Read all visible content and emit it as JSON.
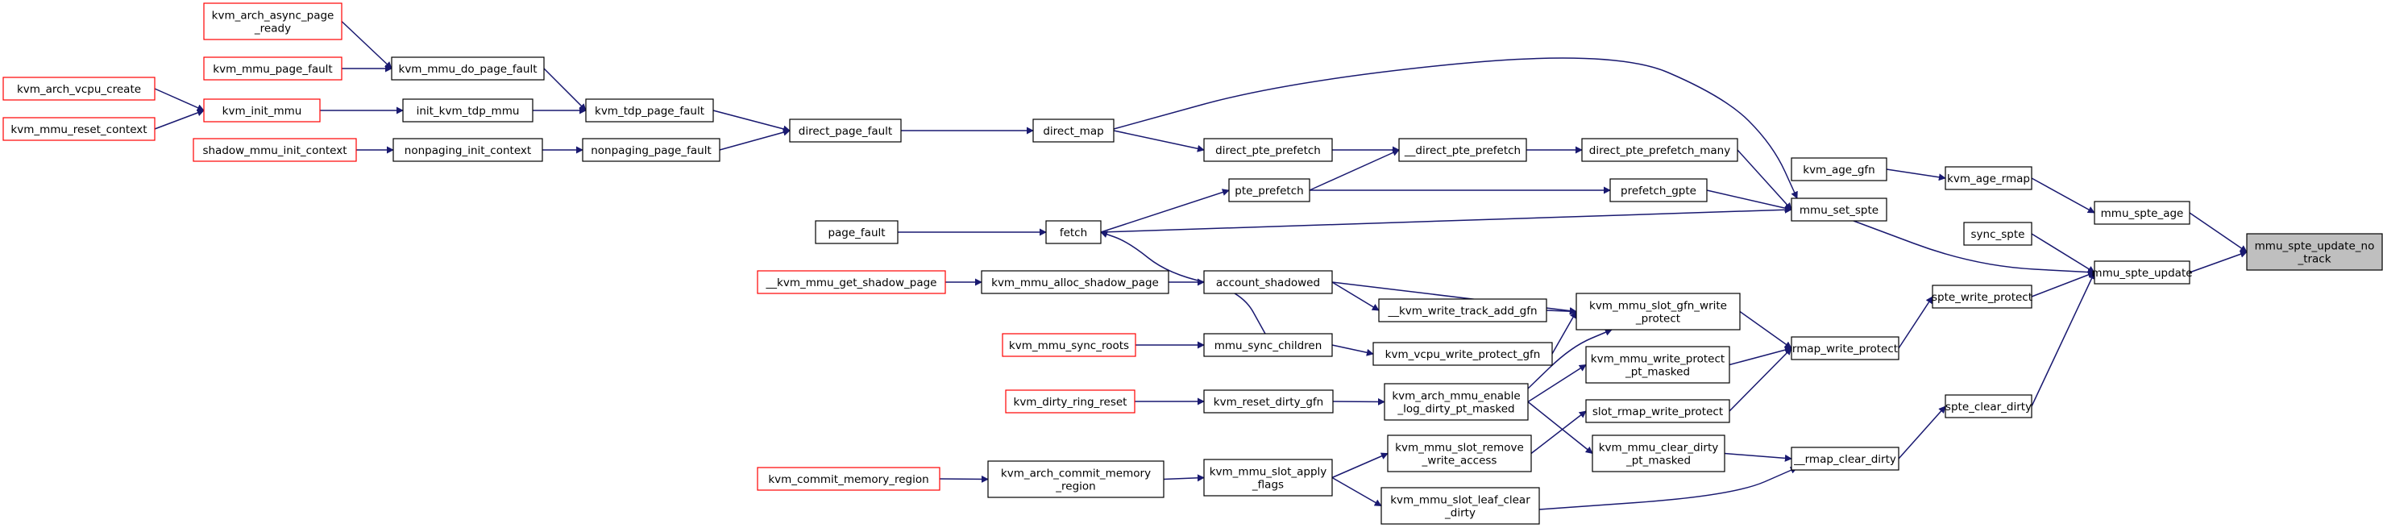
{
  "colors": {
    "edge": "#191970",
    "node_border": "#000000",
    "node_border_truncated": "#ff0000",
    "root_fill": "#bfbfbf",
    "node_fill": "#ffffff"
  },
  "nodes": [
    {
      "id": "root",
      "lines": [
        "mmu_spte_update_no",
        "_track"
      ],
      "style": "root"
    },
    {
      "id": "mmu_spte_age",
      "lines": [
        "mmu_spte_age"
      ],
      "style": "normal"
    },
    {
      "id": "mmu_spte_update",
      "lines": [
        "mmu_spte_update"
      ],
      "style": "normal"
    },
    {
      "id": "kvm_age_rmap",
      "lines": [
        "kvm_age_rmap"
      ],
      "style": "normal"
    },
    {
      "id": "kvm_age_gfn",
      "lines": [
        "kvm_age_gfn"
      ],
      "style": "normal"
    },
    {
      "id": "mmu_set_spte",
      "lines": [
        "mmu_set_spte"
      ],
      "style": "normal"
    },
    {
      "id": "sync_spte",
      "lines": [
        "sync_spte"
      ],
      "style": "normal"
    },
    {
      "id": "spte_write_protect",
      "lines": [
        "spte_write_protect"
      ],
      "style": "normal"
    },
    {
      "id": "spte_clear_dirty",
      "lines": [
        "spte_clear_dirty"
      ],
      "style": "normal"
    },
    {
      "id": "rmap_write_protect",
      "lines": [
        "rmap_write_protect"
      ],
      "style": "normal"
    },
    {
      "id": "rmap_clear_dirty",
      "lines": [
        "__rmap_clear_dirty"
      ],
      "style": "normal"
    },
    {
      "id": "direct_pte_prefetch_many",
      "lines": [
        "direct_pte_prefetch_many"
      ],
      "style": "normal"
    },
    {
      "id": "prefetch_gpte",
      "lines": [
        "prefetch_gpte"
      ],
      "style": "normal"
    },
    {
      "id": "kvm_mmu_slot_gfn_write_protect",
      "lines": [
        "kvm_mmu_slot_gfn_write",
        "_protect"
      ],
      "style": "normal"
    },
    {
      "id": "kvm_mmu_write_protect_pt_masked",
      "lines": [
        "kvm_mmu_write_protect",
        "_pt_masked"
      ],
      "style": "normal"
    },
    {
      "id": "slot_rmap_write_protect",
      "lines": [
        "slot_rmap_write_protect"
      ],
      "style": "normal"
    },
    {
      "id": "kvm_mmu_clear_dirty_pt_masked",
      "lines": [
        "kvm_mmu_clear_dirty",
        "_pt_masked"
      ],
      "style": "normal"
    },
    {
      "id": "direct_map",
      "lines": [
        "direct_map"
      ],
      "style": "normal"
    },
    {
      "id": "direct_pte_prefetch_2",
      "lines": [
        "__direct_pte_prefetch"
      ],
      "style": "normal"
    },
    {
      "id": "fetch",
      "lines": [
        "fetch"
      ],
      "style": "normal"
    },
    {
      "id": "kvm_write_track_add_gfn",
      "lines": [
        "__kvm_write_track_add_gfn"
      ],
      "style": "normal"
    },
    {
      "id": "kvm_vcpu_write_protect_gfn",
      "lines": [
        "kvm_vcpu_write_protect_gfn"
      ],
      "style": "normal"
    },
    {
      "id": "kvm_arch_mmu_enable_log_dirty_pt_masked",
      "lines": [
        "kvm_arch_mmu_enable",
        "_log_dirty_pt_masked"
      ],
      "style": "normal"
    },
    {
      "id": "kvm_mmu_slot_remove_write_access",
      "lines": [
        "kvm_mmu_slot_remove",
        "_write_access"
      ],
      "style": "normal"
    },
    {
      "id": "kvm_mmu_slot_leaf_clear_dirty",
      "lines": [
        "kvm_mmu_slot_leaf_clear",
        "_dirty"
      ],
      "style": "normal"
    },
    {
      "id": "direct_page_fault",
      "lines": [
        "direct_page_fault"
      ],
      "style": "normal"
    },
    {
      "id": "direct_pte_prefetch",
      "lines": [
        "direct_pte_prefetch"
      ],
      "style": "normal"
    },
    {
      "id": "pte_prefetch",
      "lines": [
        "pte_prefetch"
      ],
      "style": "normal"
    },
    {
      "id": "page_fault",
      "lines": [
        "page_fault"
      ],
      "style": "normal"
    },
    {
      "id": "account_shadowed",
      "lines": [
        "account_shadowed"
      ],
      "style": "normal"
    },
    {
      "id": "mmu_sync_children",
      "lines": [
        "mmu_sync_children"
      ],
      "style": "normal"
    },
    {
      "id": "kvm_reset_dirty_gfn",
      "lines": [
        "kvm_reset_dirty_gfn"
      ],
      "style": "normal"
    },
    {
      "id": "kvm_mmu_slot_apply_flags",
      "lines": [
        "kvm_mmu_slot_apply",
        "_flags"
      ],
      "style": "normal"
    },
    {
      "id": "kvm_tdp_page_fault",
      "lines": [
        "kvm_tdp_page_fault"
      ],
      "style": "normal"
    },
    {
      "id": "nonpaging_page_fault",
      "lines": [
        "nonpaging_page_fault"
      ],
      "style": "normal"
    },
    {
      "id": "kvm_mmu_alloc_shadow_page",
      "lines": [
        "kvm_mmu_alloc_shadow_page"
      ],
      "style": "normal"
    },
    {
      "id": "kvm_mmu_sync_roots",
      "lines": [
        "kvm_mmu_sync_roots"
      ],
      "style": "truncated"
    },
    {
      "id": "kvm_dirty_ring_reset",
      "lines": [
        "kvm_dirty_ring_reset"
      ],
      "style": "truncated"
    },
    {
      "id": "kvm_arch_commit_memory_region",
      "lines": [
        "kvm_arch_commit_memory",
        "_region"
      ],
      "style": "normal"
    },
    {
      "id": "kvm_mmu_do_page_fault",
      "lines": [
        "kvm_mmu_do_page_fault"
      ],
      "style": "normal"
    },
    {
      "id": "init_kvm_tdp_mmu",
      "lines": [
        "init_kvm_tdp_mmu"
      ],
      "style": "normal"
    },
    {
      "id": "nonpaging_init_context",
      "lines": [
        "nonpaging_init_context"
      ],
      "style": "normal"
    },
    {
      "id": "kvm_mmu_get_shadow_page",
      "lines": [
        "__kvm_mmu_get_shadow_page"
      ],
      "style": "truncated"
    },
    {
      "id": "kvm_commit_memory_region",
      "lines": [
        "kvm_commit_memory_region"
      ],
      "style": "truncated"
    },
    {
      "id": "kvm_arch_async_page_ready",
      "lines": [
        "kvm_arch_async_page",
        "_ready"
      ],
      "style": "truncated"
    },
    {
      "id": "kvm_mmu_page_fault",
      "lines": [
        "kvm_mmu_page_fault"
      ],
      "style": "truncated"
    },
    {
      "id": "kvm_init_mmu",
      "lines": [
        "kvm_init_mmu"
      ],
      "style": "truncated"
    },
    {
      "id": "shadow_mmu_init_context",
      "lines": [
        "shadow_mmu_init_context"
      ],
      "style": "truncated"
    },
    {
      "id": "kvm_arch_vcpu_create",
      "lines": [
        "kvm_arch_vcpu_create"
      ],
      "style": "truncated"
    },
    {
      "id": "kvm_mmu_reset_context",
      "lines": [
        "kvm_mmu_reset_context"
      ],
      "style": "truncated"
    }
  ],
  "edges": [
    {
      "from": "mmu_spte_age",
      "to": "root"
    },
    {
      "from": "mmu_spte_update",
      "to": "root"
    },
    {
      "from": "kvm_age_rmap",
      "to": "mmu_spte_age"
    },
    {
      "from": "kvm_age_gfn",
      "to": "kvm_age_rmap"
    },
    {
      "from": "mmu_set_spte",
      "to": "mmu_spte_update"
    },
    {
      "from": "sync_spte",
      "to": "mmu_spte_update"
    },
    {
      "from": "spte_write_protect",
      "to": "mmu_spte_update"
    },
    {
      "from": "spte_clear_dirty",
      "to": "mmu_spte_update"
    },
    {
      "from": "rmap_write_protect",
      "to": "spte_write_protect"
    },
    {
      "from": "rmap_clear_dirty",
      "to": "spte_clear_dirty"
    },
    {
      "from": "direct_map",
      "to": "mmu_set_spte"
    },
    {
      "from": "direct_pte_prefetch_many",
      "to": "mmu_set_spte"
    },
    {
      "from": "prefetch_gpte",
      "to": "mmu_set_spte"
    },
    {
      "from": "fetch",
      "to": "mmu_set_spte"
    },
    {
      "from": "kvm_mmu_slot_gfn_write_protect",
      "to": "rmap_write_protect"
    },
    {
      "from": "kvm_mmu_write_protect_pt_masked",
      "to": "rmap_write_protect"
    },
    {
      "from": "slot_rmap_write_protect",
      "to": "rmap_write_protect"
    },
    {
      "from": "kvm_mmu_clear_dirty_pt_masked",
      "to": "rmap_clear_dirty"
    },
    {
      "from": "kvm_mmu_slot_leaf_clear_dirty",
      "to": "rmap_clear_dirty"
    },
    {
      "from": "direct_pte_prefetch_2",
      "to": "direct_pte_prefetch_many"
    },
    {
      "from": "pte_prefetch",
      "to": "prefetch_gpte"
    },
    {
      "from": "account_shadowed",
      "to": "kvm_mmu_slot_gfn_write_protect"
    },
    {
      "from": "kvm_write_track_add_gfn",
      "to": "kvm_mmu_slot_gfn_write_protect"
    },
    {
      "from": "kvm_vcpu_write_protect_gfn",
      "to": "kvm_mmu_slot_gfn_write_protect"
    },
    {
      "from": "kvm_arch_mmu_enable_log_dirty_pt_masked",
      "to": "kvm_mmu_slot_gfn_write_protect"
    },
    {
      "from": "kvm_arch_mmu_enable_log_dirty_pt_masked",
      "to": "kvm_mmu_write_protect_pt_masked"
    },
    {
      "from": "kvm_arch_mmu_enable_log_dirty_pt_masked",
      "to": "kvm_mmu_clear_dirty_pt_masked"
    },
    {
      "from": "kvm_mmu_slot_remove_write_access",
      "to": "slot_rmap_write_protect"
    },
    {
      "from": "direct_page_fault",
      "to": "direct_map"
    },
    {
      "from": "direct_pte_prefetch",
      "to": "direct_pte_prefetch_2"
    },
    {
      "from": "pte_prefetch",
      "to": "direct_pte_prefetch_2"
    },
    {
      "from": "fetch",
      "to": "pte_prefetch"
    },
    {
      "from": "page_fault",
      "to": "fetch"
    },
    {
      "from": "mmu_sync_children",
      "to": "fetch"
    },
    {
      "from": "account_shadowed",
      "to": "kvm_write_track_add_gfn"
    },
    {
      "from": "mmu_sync_children",
      "to": "kvm_vcpu_write_protect_gfn"
    },
    {
      "from": "kvm_reset_dirty_gfn",
      "to": "kvm_arch_mmu_enable_log_dirty_pt_masked"
    },
    {
      "from": "kvm_mmu_slot_apply_flags",
      "to": "kvm_mmu_slot_remove_write_access"
    },
    {
      "from": "kvm_mmu_slot_apply_flags",
      "to": "kvm_mmu_slot_leaf_clear_dirty"
    },
    {
      "from": "kvm_tdp_page_fault",
      "to": "direct_page_fault"
    },
    {
      "from": "nonpaging_page_fault",
      "to": "direct_page_fault"
    },
    {
      "from": "direct_map",
      "to": "direct_pte_prefetch"
    },
    {
      "from": "kvm_mmu_alloc_shadow_page",
      "to": "account_shadowed"
    },
    {
      "from": "kvm_mmu_sync_roots",
      "to": "mmu_sync_children"
    },
    {
      "from": "kvm_dirty_ring_reset",
      "to": "kvm_reset_dirty_gfn"
    },
    {
      "from": "kvm_arch_commit_memory_region",
      "to": "kvm_mmu_slot_apply_flags"
    },
    {
      "from": "kvm_mmu_do_page_fault",
      "to": "kvm_tdp_page_fault"
    },
    {
      "from": "init_kvm_tdp_mmu",
      "to": "kvm_tdp_page_fault"
    },
    {
      "from": "nonpaging_init_context",
      "to": "nonpaging_page_fault"
    },
    {
      "from": "kvm_mmu_get_shadow_page",
      "to": "kvm_mmu_alloc_shadow_page"
    },
    {
      "from": "kvm_commit_memory_region",
      "to": "kvm_arch_commit_memory_region"
    },
    {
      "from": "kvm_arch_async_page_ready",
      "to": "kvm_mmu_do_page_fault"
    },
    {
      "from": "kvm_mmu_page_fault",
      "to": "kvm_mmu_do_page_fault"
    },
    {
      "from": "kvm_init_mmu",
      "to": "init_kvm_tdp_mmu"
    },
    {
      "from": "shadow_mmu_init_context",
      "to": "nonpaging_init_context"
    },
    {
      "from": "kvm_arch_vcpu_create",
      "to": "kvm_init_mmu"
    },
    {
      "from": "kvm_mmu_reset_context",
      "to": "kvm_init_mmu"
    }
  ]
}
